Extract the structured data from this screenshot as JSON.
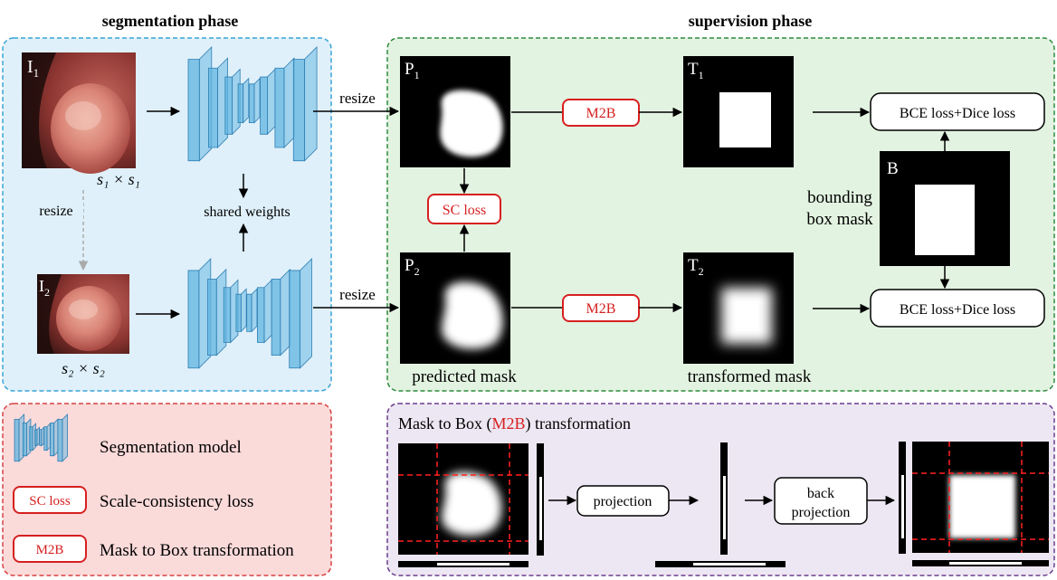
{
  "colors": {
    "seg_fill": "#dff0fa",
    "seg_border": "#3aa4d6",
    "sup_fill": "#e3f3e1",
    "sup_border": "#2e8b3d",
    "legend_fill": "#fbdada",
    "legend_border": "#d64141",
    "m2b_fill": "#ede7f3",
    "m2b_border": "#6b3d8e",
    "accent_red": "#d62020",
    "network_blue": "#5fb4e0"
  },
  "segmentation_phase": {
    "title": "segmentation phase",
    "input1_label": "I",
    "input1_sub": "1",
    "input1_size": "s₁ × s₁",
    "input2_label": "I",
    "input2_sub": "2",
    "input2_size": "s₂ × s₂",
    "resize_label": "resize",
    "shared_weights": "shared weights"
  },
  "supervision_phase": {
    "title": "supervision phase",
    "resize_top": "resize",
    "resize_bottom": "resize",
    "p1_label": "P",
    "p1_sub": "1",
    "p2_label": "P",
    "p2_sub": "2",
    "t1_label": "T",
    "t1_sub": "1",
    "t2_label": "T",
    "t2_sub": "2",
    "b_label": "B",
    "m2b_top": "M2B",
    "m2b_bottom": "M2B",
    "sc_loss": "SC loss",
    "bce_top": "BCE loss+Dice loss",
    "bce_bottom": "BCE loss+Dice loss",
    "bbox_line1": "bounding",
    "bbox_line2": "box mask",
    "predicted_mask": "predicted mask",
    "transformed_mask": "transformed mask"
  },
  "legend": {
    "seg_model": "Segmentation model",
    "sc_tag": "SC loss",
    "sc_desc": "Scale-consistency loss",
    "m2b_tag": "M2B",
    "m2b_desc": "Mask to Box transformation"
  },
  "m2b_panel": {
    "title_prefix": "Mask to Box (",
    "title_accent": "M2B",
    "title_suffix": ") transformation",
    "projection": "projection",
    "back_line1": "back",
    "back_line2": "projection"
  }
}
